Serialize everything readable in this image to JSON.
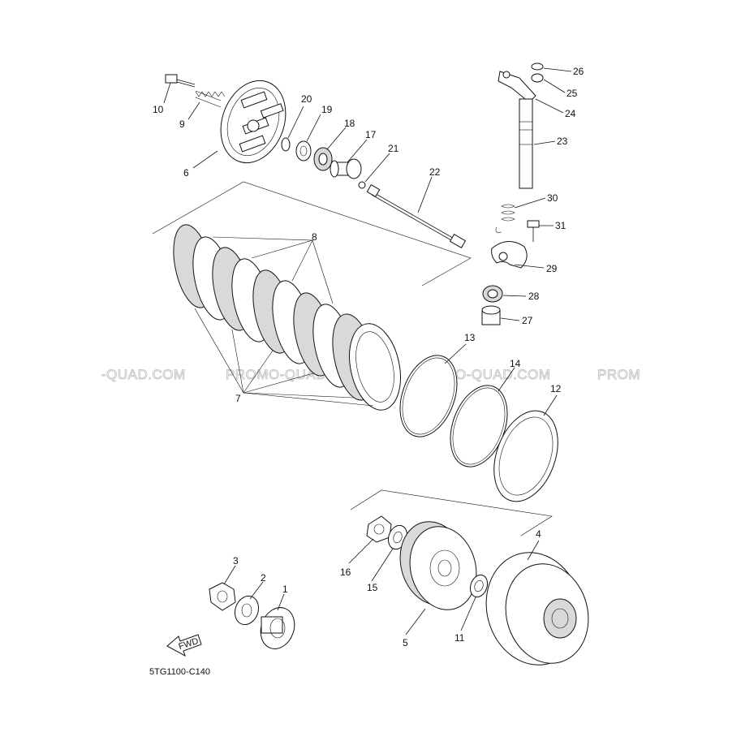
{
  "diagram": {
    "drawing_code": "5TG1100-C140",
    "fwd_label": "FWD",
    "watermarks": [
      "-QUAD.COM",
      "PROMO-QUAD.COM",
      "PROMO-QUAD.COM",
      "PROM"
    ],
    "callouts": [
      {
        "id": "1",
        "label": "1"
      },
      {
        "id": "2",
        "label": "2"
      },
      {
        "id": "3",
        "label": "3"
      },
      {
        "id": "4",
        "label": "4"
      },
      {
        "id": "5",
        "label": "5"
      },
      {
        "id": "6",
        "label": "6"
      },
      {
        "id": "7",
        "label": "7"
      },
      {
        "id": "8",
        "label": "8"
      },
      {
        "id": "9",
        "label": "9"
      },
      {
        "id": "10",
        "label": "10"
      },
      {
        "id": "11",
        "label": "11"
      },
      {
        "id": "12",
        "label": "12"
      },
      {
        "id": "13",
        "label": "13"
      },
      {
        "id": "14",
        "label": "14"
      },
      {
        "id": "15",
        "label": "15"
      },
      {
        "id": "16",
        "label": "16"
      },
      {
        "id": "17",
        "label": "17"
      },
      {
        "id": "18",
        "label": "18"
      },
      {
        "id": "19",
        "label": "19"
      },
      {
        "id": "20",
        "label": "20"
      },
      {
        "id": "21",
        "label": "21"
      },
      {
        "id": "22",
        "label": "22"
      },
      {
        "id": "23",
        "label": "23"
      },
      {
        "id": "24",
        "label": "24"
      },
      {
        "id": "25",
        "label": "25"
      },
      {
        "id": "26",
        "label": "26"
      },
      {
        "id": "27",
        "label": "27"
      },
      {
        "id": "28",
        "label": "28"
      },
      {
        "id": "29",
        "label": "29"
      },
      {
        "id": "30",
        "label": "30"
      },
      {
        "id": "31",
        "label": "31"
      }
    ]
  }
}
